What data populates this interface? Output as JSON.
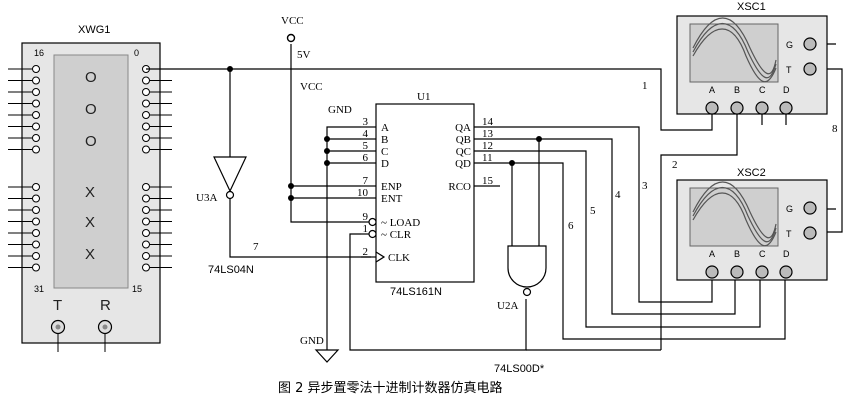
{
  "caption": "图 2   异步置零法十进制计数器仿真电路",
  "xwg1": {
    "name": "XWG1",
    "pin_left_top": "16",
    "pin_right_top": "0",
    "pin_left_bottom": "31",
    "pin_right_bottom": "15",
    "display_chars": [
      "O",
      "O",
      "O",
      "X",
      "X",
      "X"
    ],
    "button_t": "T",
    "button_r": "R"
  },
  "vcc_top": {
    "label": "VCC",
    "voltage": "5V"
  },
  "vcc_side": "VCC",
  "gnd_top": "GND",
  "gnd_bottom": "GND",
  "u1": {
    "ref": "U1",
    "part": "74LS161N",
    "left_pins": [
      {
        "num": "3",
        "name": "A"
      },
      {
        "num": "4",
        "name": "B"
      },
      {
        "num": "5",
        "name": "C"
      },
      {
        "num": "6",
        "name": "D"
      },
      {
        "num": "7",
        "name": "ENP"
      },
      {
        "num": "10",
        "name": "ENT"
      },
      {
        "num": "9",
        "name": "~ LOAD"
      },
      {
        "num": "1",
        "name": "~ CLR"
      },
      {
        "num": "2",
        "name": "CLK"
      }
    ],
    "right_pins": [
      {
        "num": "14",
        "name": "QA"
      },
      {
        "num": "13",
        "name": "QB"
      },
      {
        "num": "12",
        "name": "QC"
      },
      {
        "num": "11",
        "name": "QD"
      },
      {
        "num": "15",
        "name": "RCO"
      }
    ]
  },
  "u3a": {
    "ref": "U3A",
    "part": "74LS04N"
  },
  "u2a": {
    "ref": "U2A",
    "part": "74LS00D*"
  },
  "xsc1": {
    "name": "XSC1",
    "channels": [
      "A",
      "B",
      "C",
      "D"
    ],
    "side": [
      "G",
      "T"
    ]
  },
  "xsc2": {
    "name": "XSC2",
    "channels": [
      "A",
      "B",
      "C",
      "D"
    ],
    "side": [
      "G",
      "T"
    ]
  },
  "net_labels": {
    "n1": "1",
    "n2": "2",
    "n3": "3",
    "n4": "4",
    "n5": "5",
    "n6": "6",
    "n7": "7",
    "n8": "8"
  }
}
